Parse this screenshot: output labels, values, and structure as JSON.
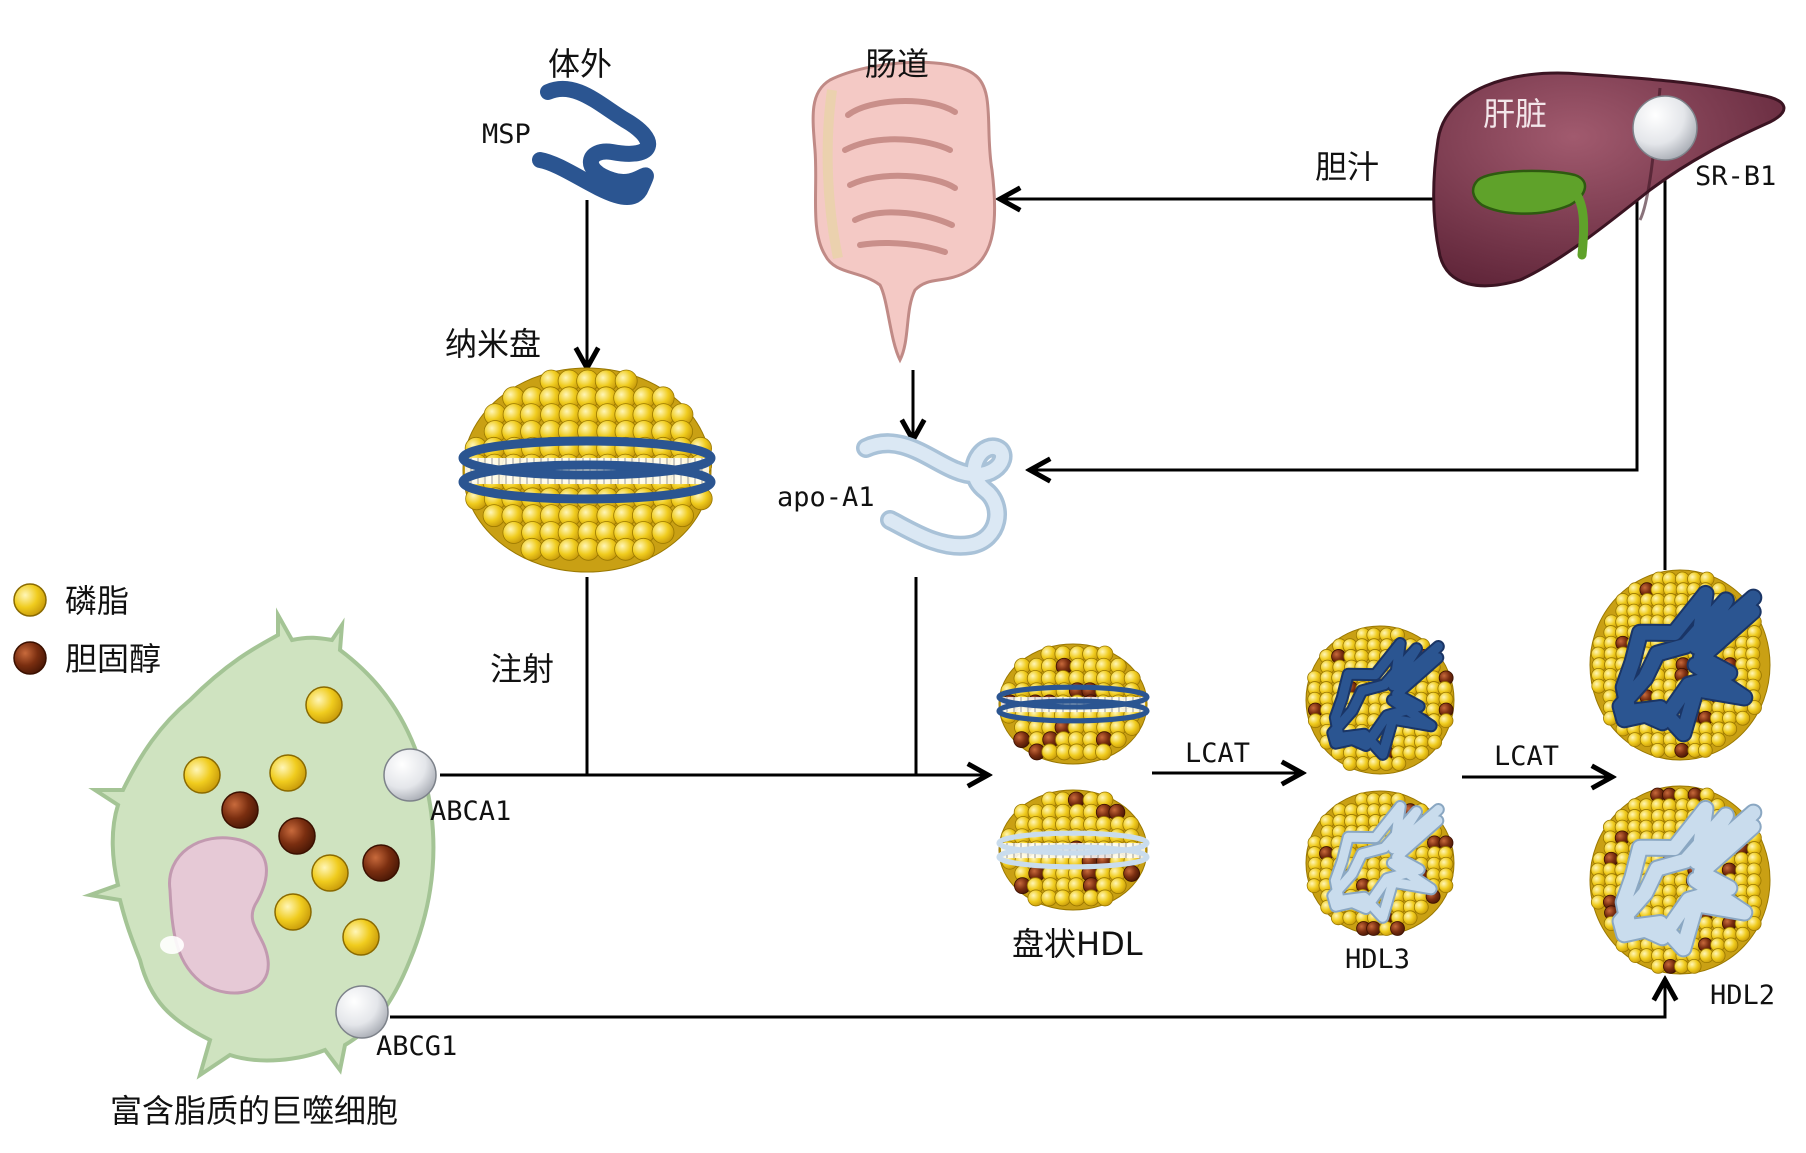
{
  "labels": {
    "outside": "体外",
    "msp": "MSP",
    "intestine": "肠道",
    "liver": "肝脏",
    "bile": "胆汁",
    "srb1": "SR-B1",
    "nanodisc": "纳米盘",
    "apoa1": "apo-A1",
    "phospholipid": "磷脂",
    "cholesterol": "胆固醇",
    "injection": "注射",
    "abca1": "ABCA1",
    "abcg1": "ABCG1",
    "macrophage": "富含脂质的巨噬细胞",
    "discoidal_hdl": "盘状HDL",
    "lcat_1": "LCAT",
    "lcat_2": "LCAT",
    "hdl3": "HDL3",
    "hdl2": "HDL2"
  },
  "colors": {
    "phospholipid": "#f0cc1e",
    "cholesterol": "#7a2e10",
    "msp_band": "#2b5591",
    "apoa1_band": "#c9dced",
    "macrophage": "#cfe3c0",
    "liver": "#7d3a4e",
    "gallbladder": "#5fa22a",
    "intestine": "#f4c9c5"
  },
  "icons": {
    "intestine": "intestine-icon",
    "liver": "liver-icon",
    "macrophage": "macrophage-cell-icon",
    "nanodisc": "nanodisc-icon",
    "protein": "protein-ribbon-icon",
    "receptor": "receptor-sphere-icon"
  }
}
